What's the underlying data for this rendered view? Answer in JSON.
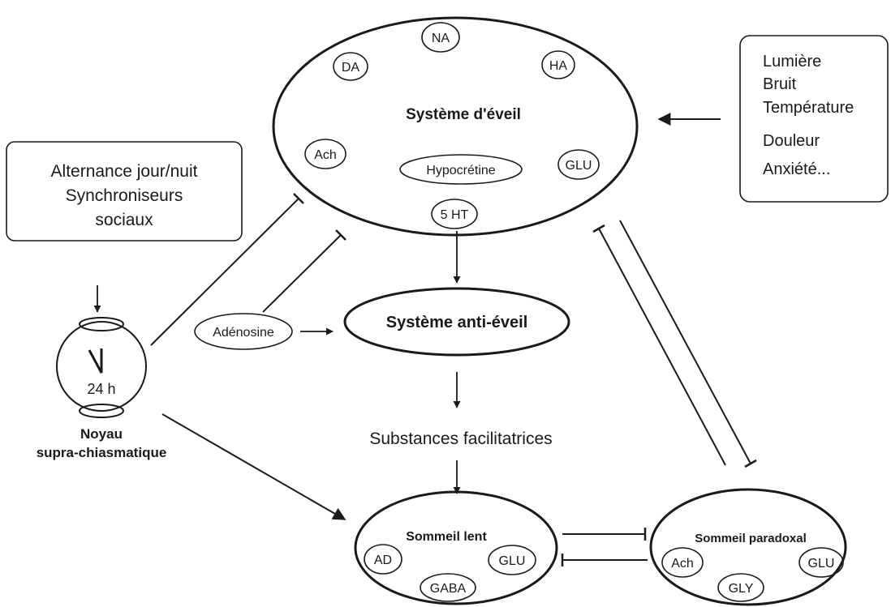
{
  "arousal": {
    "title": "Système d'éveil",
    "neurotransmitters": {
      "na": "NA",
      "da": "DA",
      "ha": "HA",
      "ach": "Ach",
      "glu": "GLU",
      "hypocretine": "Hypocrétine",
      "ht5": "5 HT"
    }
  },
  "external_factors": [
    "Lumière",
    "Bruit",
    "Température",
    "Douleur",
    "Anxiété..."
  ],
  "synchronizers": [
    "Alternance jour/nuit",
    "Synchroniseurs",
    "sociaux"
  ],
  "clock": {
    "hours": "24 h",
    "label_line1": "Noyau",
    "label_line2": "supra-chiasmatique"
  },
  "adenosine": "Adénosine",
  "anti_arousal": "Système anti-éveil",
  "facilitating": "Substances facilitatrices",
  "slow_sleep": {
    "title": "Sommeil lent",
    "ad": "AD",
    "glu": "GLU",
    "gaba": "GABA"
  },
  "paradoxical_sleep": {
    "title": "Sommeil paradoxal",
    "ach": "Ach",
    "glu": "GLU",
    "gly": "GLY"
  }
}
